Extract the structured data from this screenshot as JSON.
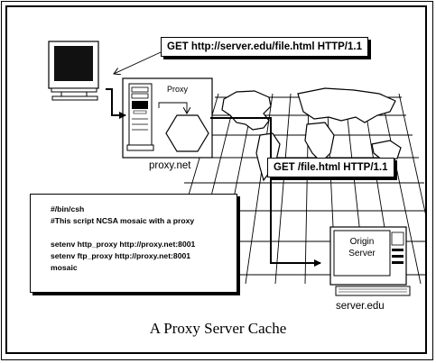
{
  "request_client": "GET http://server.edu/file.html  HTTP/1.1",
  "request_proxy": "GET /file.html  HTTP/1.1",
  "proxy": {
    "box_label": "Proxy",
    "host": "proxy.net"
  },
  "origin": {
    "line1": "Origin",
    "line2": "Server",
    "host": "server.edu"
  },
  "script": {
    "lines": [
      "#/bin/csh",
      "#This script NCSA mosaic with a proxy",
      "",
      "setenv http_proxy http://proxy.net:8001",
      "setenv ftp_proxy http://proxy.net:8001",
      "mosaic"
    ]
  },
  "caption": "A Proxy Server Cache"
}
